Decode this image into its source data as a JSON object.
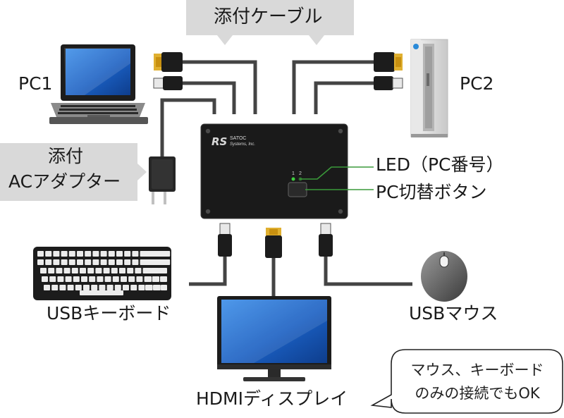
{
  "labels": {
    "cable_banner": "添付ケーブル",
    "pc1": "PC1",
    "pc2": "PC2",
    "adapter_line1": "添付",
    "adapter_line2": "ACアダプター",
    "led": "LED（PC番号）",
    "switch_button": "PC切替ボタン",
    "usb_keyboard": "USBキーボード",
    "usb_mouse": "USBマウス",
    "hdmi_display": "HDMIディスプレイ",
    "bubble_line1": "マウス、キーボード",
    "bubble_line2": "のみの接続でもOK"
  },
  "device": {
    "brand_line1": "SATOC",
    "brand_line2": "Systems, Inc.",
    "led_numbers": [
      "1",
      "2"
    ]
  },
  "colors": {
    "cable": "#444444",
    "banner": "#d9d9d9",
    "led_line": "#3a9a3a",
    "hdmi_gold": "#e0b030",
    "screen_blue": "#1f6fd0"
  }
}
